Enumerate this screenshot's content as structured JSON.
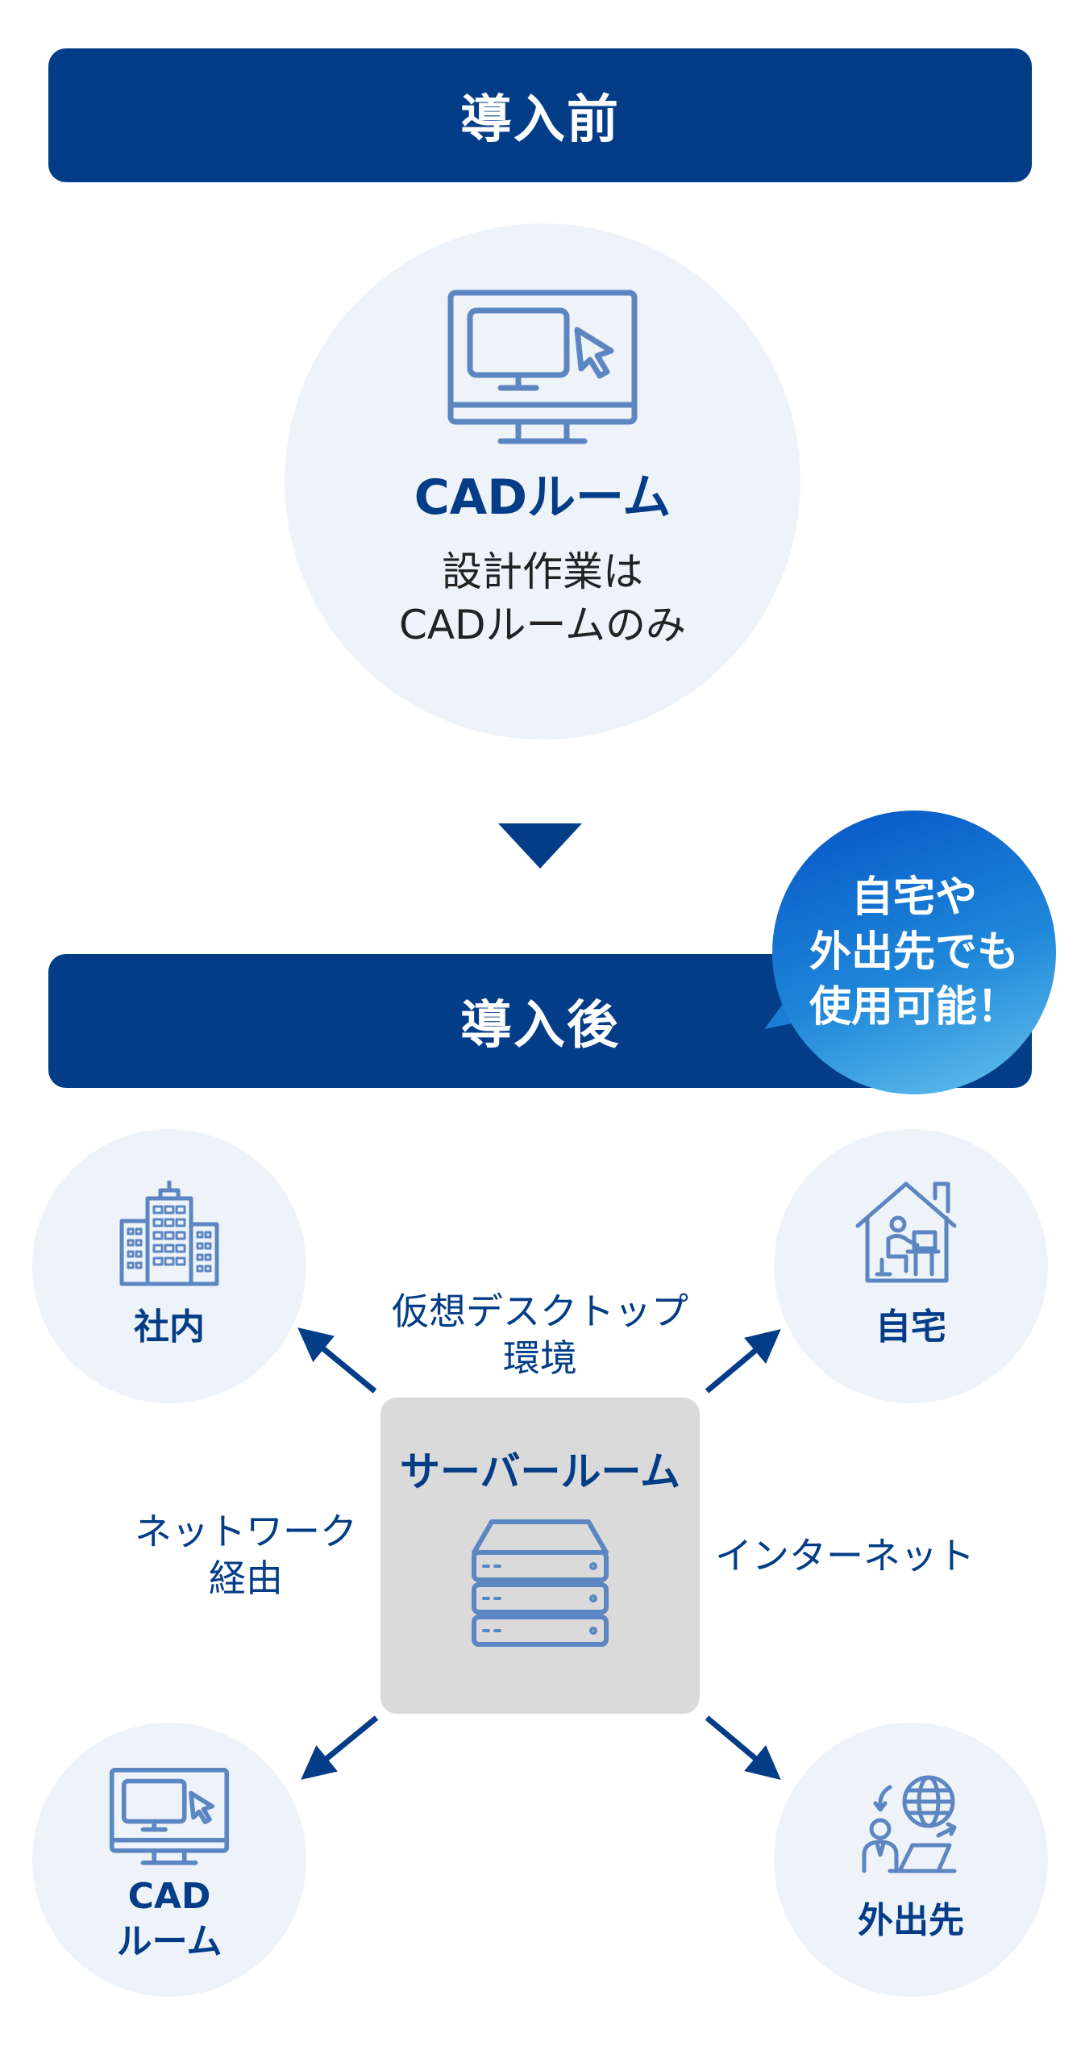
{
  "before": {
    "banner": "導入前",
    "cad_title": "CADルーム",
    "cad_desc_line1": "設計作業は",
    "cad_desc_line2": "CADルームのみ",
    "monitor_icon": "monitor-cursor-icon"
  },
  "arrow_icon": "down-triangle-icon",
  "after": {
    "banner": "導入後",
    "badge_text": "自宅や\n外出先でも\n使用可能！",
    "center": {
      "title": "サーバールーム",
      "icon": "server-stack-icon"
    },
    "nodes": {
      "office": {
        "label": "社内",
        "icon": "office-building-icon"
      },
      "home": {
        "label": "自宅",
        "icon": "home-worker-icon"
      },
      "cad_line1": "CAD",
      "cad_line2": "ルーム",
      "cad_icon": "monitor-cursor-icon",
      "outside": {
        "label": "外出先",
        "icon": "globe-worker-icon"
      }
    },
    "edges": {
      "vdi_line1": "仮想デスクトップ",
      "vdi_line2": "環境",
      "network_line1": "ネットワーク",
      "network_line2": "経由",
      "internet": "インターネット"
    }
  },
  "colors": {
    "navy": "#033C87",
    "icon_blue": "#5C86C1",
    "circle_bg": "#EEF3F9",
    "server_bg": "#DADADA"
  }
}
